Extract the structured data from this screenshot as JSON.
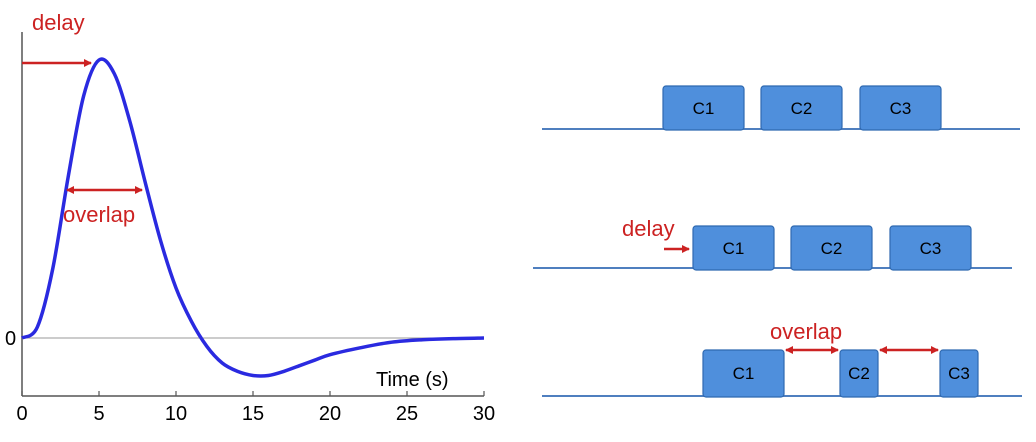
{
  "colors": {
    "curve": "#2a2ae0",
    "annotation": "#cc2222",
    "baseline": "#4f7fbf",
    "box_fill": "#4f8fdc",
    "box_border": "#2f69b0",
    "axis": "#555555",
    "zero_line": "#999999"
  },
  "left_plot": {
    "labels": {
      "delay": "delay",
      "overlap": "overlap",
      "time_axis": "Time (s)",
      "zero": "0"
    },
    "x_ticks": [
      "0",
      "5",
      "10",
      "15",
      "20",
      "25",
      "30"
    ]
  },
  "chart_data": {
    "type": "line",
    "xlabel": "Time (s)",
    "ylabel": "",
    "xlim": [
      0,
      30
    ],
    "ylim": [
      -0.18,
      1.0
    ],
    "y_ticks_shown": [
      0
    ],
    "x": [
      0,
      1,
      2,
      3,
      4,
      5,
      6,
      7,
      8,
      9,
      10,
      11,
      12,
      13,
      14,
      15,
      16,
      17,
      18,
      19,
      20,
      22,
      24,
      26,
      28,
      30
    ],
    "series": [
      {
        "values": [
          0,
          0.04,
          0.25,
          0.58,
          0.87,
          1.0,
          0.95,
          0.78,
          0.56,
          0.35,
          0.18,
          0.06,
          -0.03,
          -0.09,
          -0.12,
          -0.135,
          -0.135,
          -0.12,
          -0.1,
          -0.08,
          -0.06,
          -0.035,
          -0.015,
          -0.006,
          -0.002,
          0
        ]
      }
    ]
  },
  "timelines": [
    {
      "boxes": [
        "C1",
        "C2",
        "C3"
      ],
      "annotation": ""
    },
    {
      "boxes": [
        "C1",
        "C2",
        "C3"
      ],
      "annotation": "delay"
    },
    {
      "boxes": [
        "C1",
        "C2",
        "C3"
      ],
      "annotation": "overlap"
    }
  ]
}
